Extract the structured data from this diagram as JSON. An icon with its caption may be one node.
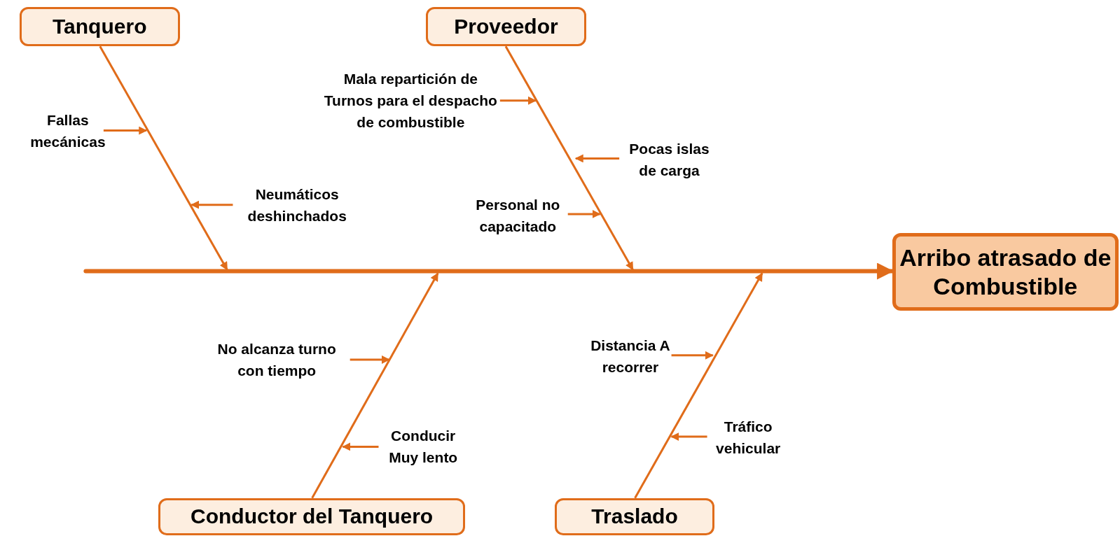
{
  "diagram": {
    "nodes": [
      {
        "text": [
          "Tanquero"
        ]
      },
      {
        "text": [
          "Proveedor"
        ]
      },
      {
        "text": [
          "Mala repartición de Turnos para el despacho de combustible"
        ]
      },
      {
        "text": [
          "Fallas mecánicas"
        ]
      },
      {
        "text": [
          "Pocas islas de carga"
        ]
      },
      {
        "text": [
          "Neumáticos deshinchados"
        ]
      },
      {
        "text": [
          "Personal no capacitado"
        ]
      },
      {
        "text": [
          "Arribo atrasado de Combustible"
        ]
      },
      {
        "text": [
          "No alcanza turno con tiempo"
        ]
      },
      {
        "text": [
          "Distancia A recorrer"
        ]
      },
      {
        "text": [
          "Conducir Muy lento"
        ]
      },
      {
        "text": [
          "Tráfico vehicular"
        ]
      },
      {
        "text": [
          "Conductor del Tanquero"
        ]
      },
      {
        "text": [
          "Traslado"
        ]
      }
    ],
    "edges": [
      {
        "from": null,
        "to": 7,
        "arrow": "to",
        "style": "thick"
      },
      {
        "from": 0,
        "to": null,
        "arrow": "to"
      },
      {
        "from": 1,
        "to": null,
        "arrow": "to"
      },
      {
        "from": 12,
        "to": null,
        "arrow": "to"
      },
      {
        "from": 13,
        "to": null,
        "arrow": "to"
      },
      {
        "from": 3,
        "to": null,
        "arrow": "to"
      },
      {
        "from": 5,
        "to": null,
        "arrow": "to"
      },
      {
        "from": 2,
        "to": null,
        "arrow": "to"
      },
      {
        "from": 4,
        "to": null,
        "arrow": "to"
      },
      {
        "from": 6,
        "to": null,
        "arrow": "to"
      },
      {
        "from": 8,
        "to": null,
        "arrow": "to"
      },
      {
        "from": 10,
        "to": null,
        "arrow": "to"
      },
      {
        "from": 9,
        "to": null,
        "arrow": "to"
      },
      {
        "from": 11,
        "to": null,
        "arrow": "to"
      }
    ]
  }
}
